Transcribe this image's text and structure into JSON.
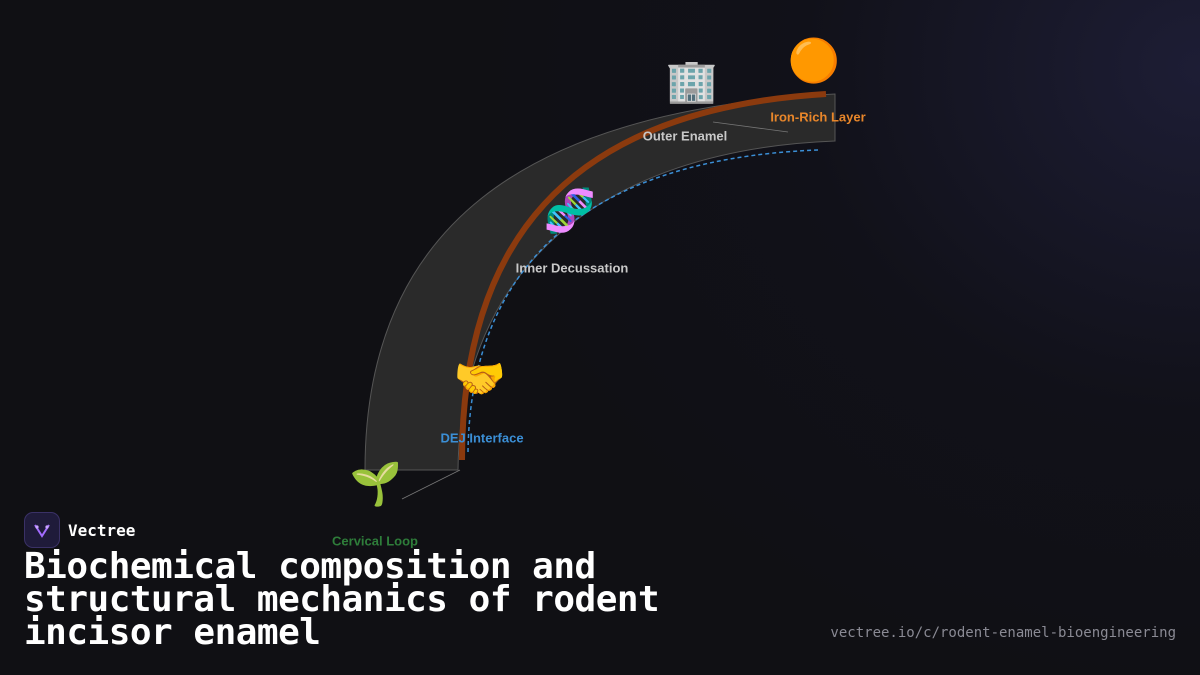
{
  "brand": {
    "name": "Vectree",
    "logo_icon": "vectree-logo-icon"
  },
  "title": "Biochemical composition and structural mechanics of rodent incisor enamel",
  "url": "vectree.io/c/rodent-enamel-bioengineering",
  "diagram": {
    "colors": {
      "enamel_fill": "#2a2a2a",
      "iron_layer": "#8b3a0e",
      "dej_dashed": "#3b8fd6",
      "label_default": "#c8c8c8",
      "label_iron": "#e8862a",
      "label_dej": "#3b8fd6",
      "label_cervical": "#2e7d3a"
    },
    "nodes": [
      {
        "id": "iron",
        "icon": "orange-circle-icon",
        "glyph": "🟠",
        "label": "Iron-Rich Layer"
      },
      {
        "id": "outer",
        "icon": "office-building-icon",
        "glyph": "🏢",
        "label": "Outer Enamel"
      },
      {
        "id": "inner",
        "icon": "dna-icon",
        "glyph": "🧬",
        "label": "Inner Decussation"
      },
      {
        "id": "dej",
        "icon": "handshake-icon",
        "glyph": "🤝",
        "label": "DEJ Interface"
      },
      {
        "id": "cervical",
        "icon": "seedling-icon",
        "glyph": "🌱",
        "label": "Cervical Loop"
      }
    ]
  }
}
